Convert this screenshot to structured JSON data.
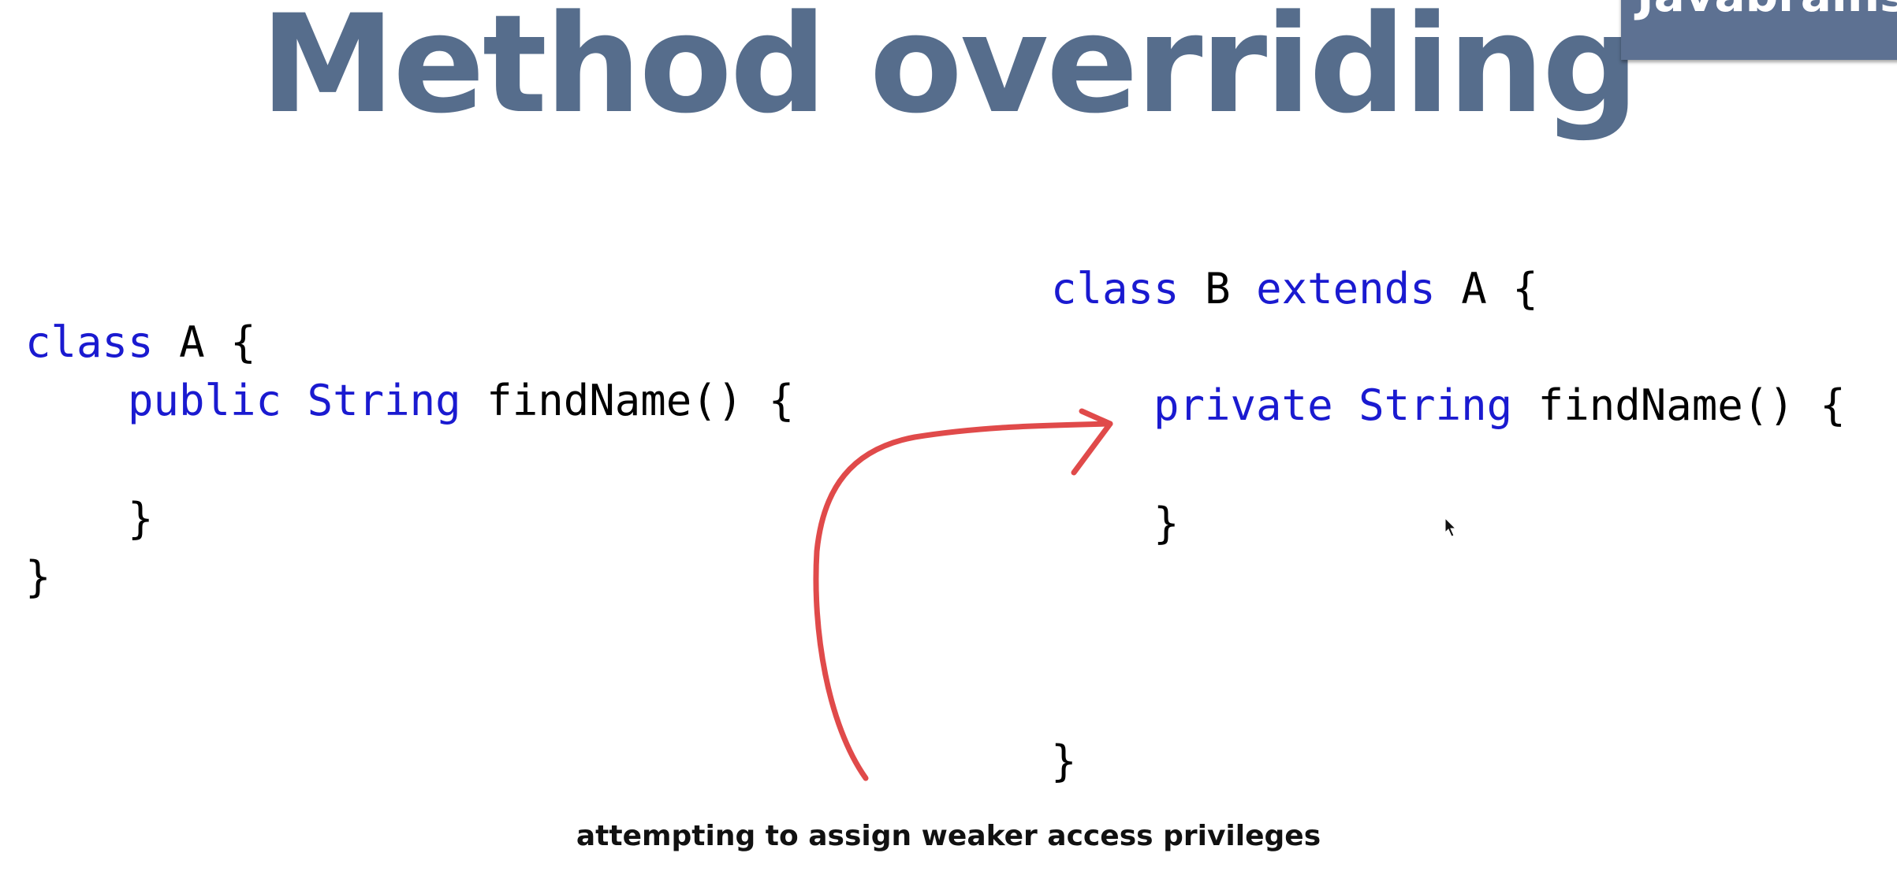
{
  "slide": {
    "title": "Method overriding",
    "brand": "Javabrains.",
    "caption": "attempting to assign weaker access privileges"
  },
  "code_left": {
    "line1": {
      "kw1": "class",
      "rest": " A {"
    },
    "line2": {
      "kw1": "public",
      "kw2": "String",
      "rest": " findName() {"
    },
    "line3": {
      "text": "}"
    },
    "line4": {
      "text": "}"
    }
  },
  "code_right": {
    "line1": {
      "kw1": "class",
      "mid": " B ",
      "kw2": "extends",
      "rest": " A {"
    },
    "line2": {
      "kw1": "private",
      "kw2": "String",
      "rest": " findName() {"
    },
    "line3": {
      "text": "}"
    },
    "line4": {
      "text": "}"
    }
  },
  "colors": {
    "title": "#566d8c",
    "brand_bg": "#5d7192",
    "keyword": "#1a1ad0",
    "arrow": "#e04a4a"
  }
}
